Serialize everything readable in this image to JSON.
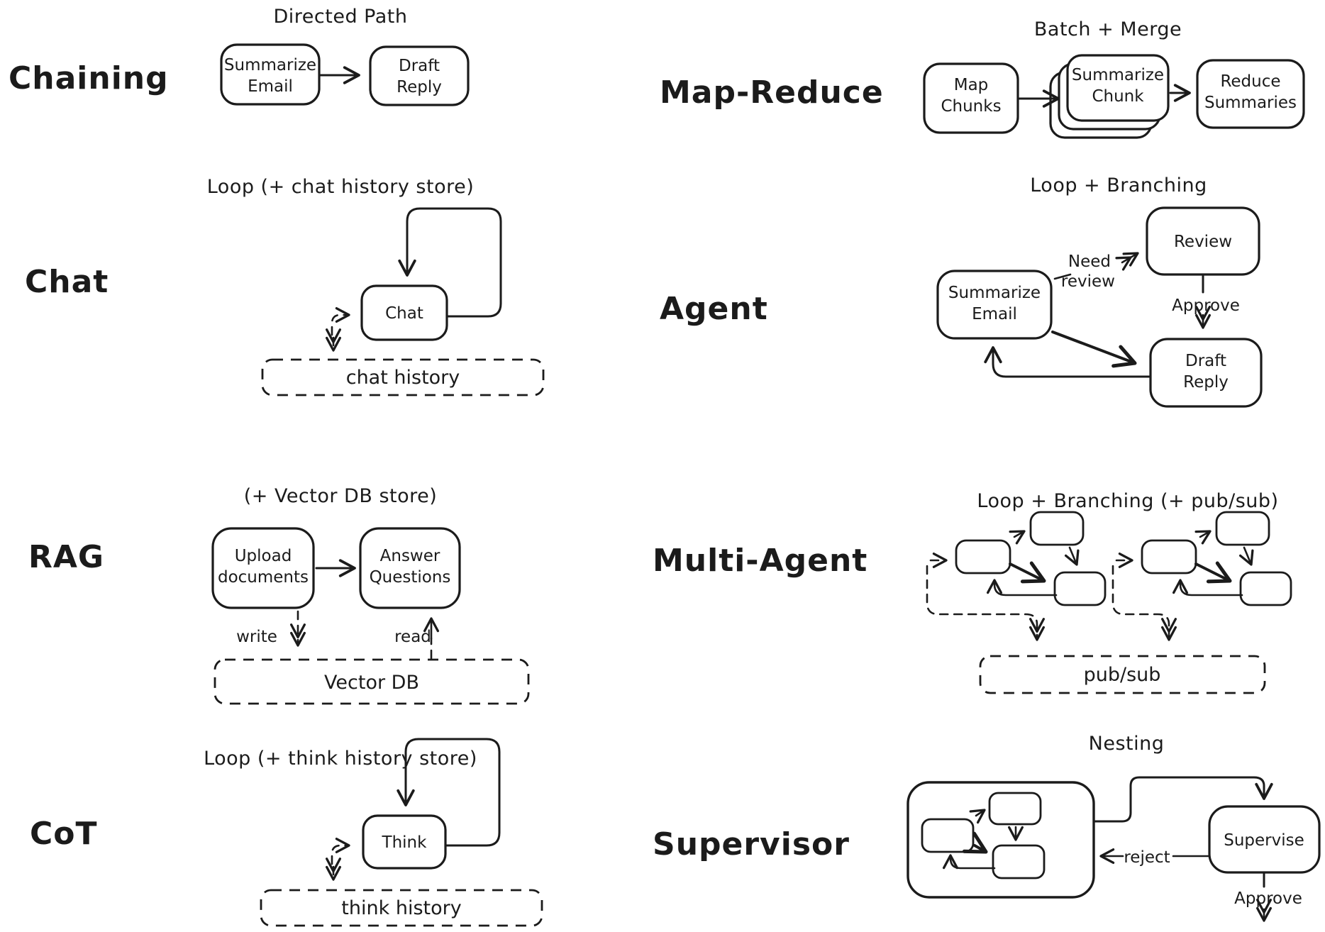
{
  "colors": {
    "ink": "#1b1b1b",
    "background": "#ffffff"
  },
  "sections": {
    "chaining": {
      "label": "Chaining",
      "title": "Directed Path",
      "node_summarize": [
        "Summarize",
        "Email"
      ],
      "node_draft": [
        "Draft",
        "Reply"
      ]
    },
    "map_reduce": {
      "label": "Map-Reduce",
      "title": "Batch + Merge",
      "node_map": [
        "Map",
        "Chunks"
      ],
      "node_chunk": [
        "Summarize",
        "Chunk"
      ],
      "node_reduce": [
        "Reduce",
        "Summaries"
      ]
    },
    "chat": {
      "label": "Chat",
      "title": "Loop (+ chat history store)",
      "node_chat": "Chat",
      "store": "chat history"
    },
    "agent": {
      "label": "Agent",
      "title": "Loop + Branching",
      "node_summarize": [
        "Summarize",
        "Email"
      ],
      "node_review": "Review",
      "node_draft": [
        "Draft",
        "Reply"
      ],
      "edge_need": [
        "Need",
        "review"
      ],
      "edge_approve": "Approve"
    },
    "rag": {
      "label": "RAG",
      "title": "(+ Vector DB store)",
      "node_upload": [
        "Upload",
        "documents"
      ],
      "node_answer": [
        "Answer",
        "Questions"
      ],
      "edge_write": "write",
      "edge_read": "read",
      "store": "Vector DB"
    },
    "multi_agent": {
      "label": "Multi-Agent",
      "title": "Loop + Branching (+ pub/sub)",
      "store": "pub/sub"
    },
    "cot": {
      "label": "CoT",
      "title": "Loop (+ think history store)",
      "node_think": "Think",
      "store": "think history"
    },
    "supervisor": {
      "label": "Supervisor",
      "title": "Nesting",
      "node_supervise": "Supervise",
      "edge_reject": "reject",
      "edge_approve": "Approve"
    }
  }
}
